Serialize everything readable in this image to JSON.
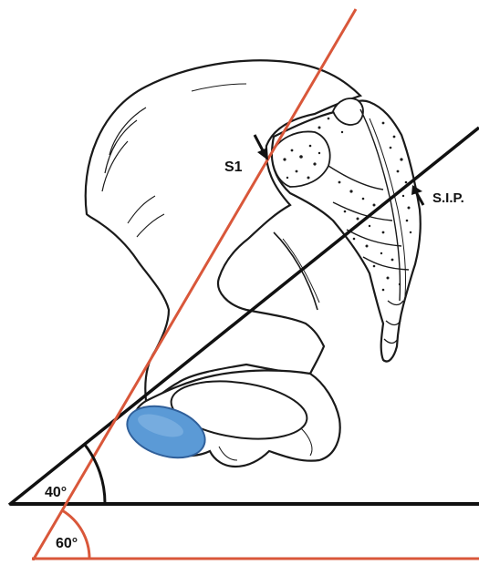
{
  "labels": {
    "s1": "S1",
    "sip": "S.I.P.",
    "angle_small": "40°",
    "angle_large": "60°"
  },
  "colors": {
    "background": "#ffffff",
    "bone_outline": "#1a1a1a",
    "bone_fill": "#ffffff",
    "red_line": "#d9573a",
    "black_line": "#111111",
    "cartilage_fill": "#5b9ad6",
    "cartilage_edge": "#2f5f9a"
  }
}
